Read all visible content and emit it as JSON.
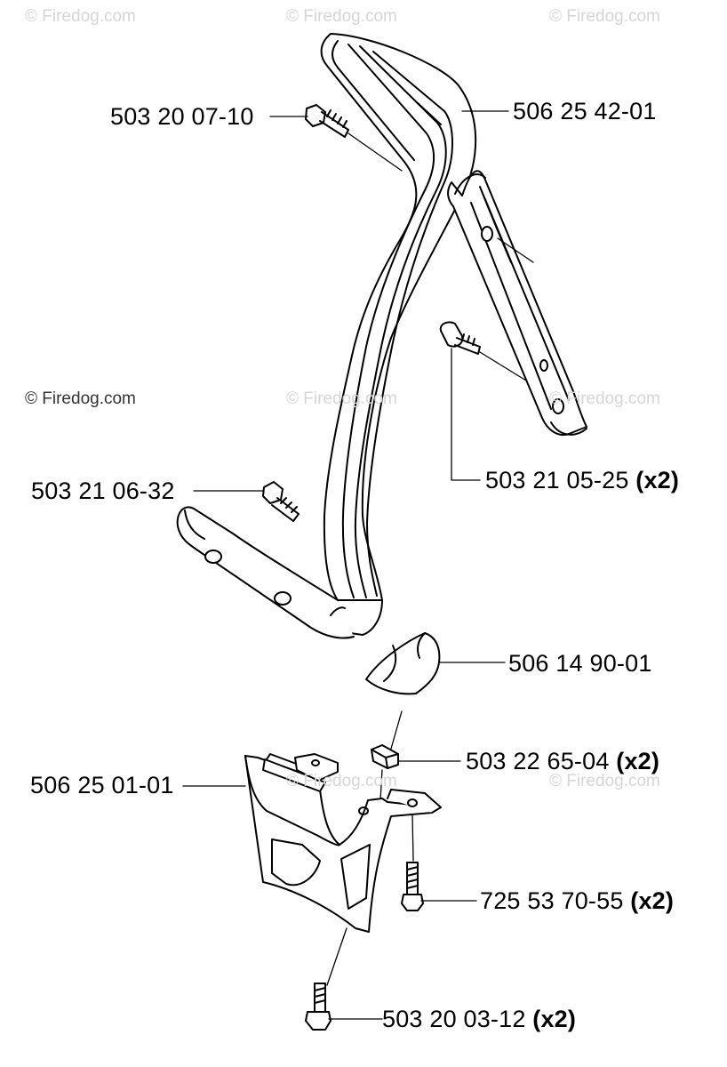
{
  "watermarks": [
    "© Firedog.com",
    "© Firedog.com",
    "© Firedog.com",
    "© Firedog.com",
    "© Firedog.com",
    "© Firedog.com",
    "© Firedog.com",
    "© Firedog.com"
  ],
  "callouts": {
    "c1": {
      "part": "503 20 07-10",
      "qty": ""
    },
    "c2": {
      "part": "506 25 42-01",
      "qty": ""
    },
    "c3": {
      "part": "503 21 05-25",
      "qty": "(x2)"
    },
    "c4": {
      "part": "503 21 06-32",
      "qty": ""
    },
    "c5": {
      "part": "506 14 90-01",
      "qty": ""
    },
    "c6": {
      "part": "503 22 65-04",
      "qty": "(x2)"
    },
    "c7": {
      "part": "506 25 01-01",
      "qty": ""
    },
    "c8": {
      "part": "725 53 70-55",
      "qty": "(x2)"
    },
    "c9": {
      "part": "503 20 03-12",
      "qty": "(x2)"
    }
  }
}
